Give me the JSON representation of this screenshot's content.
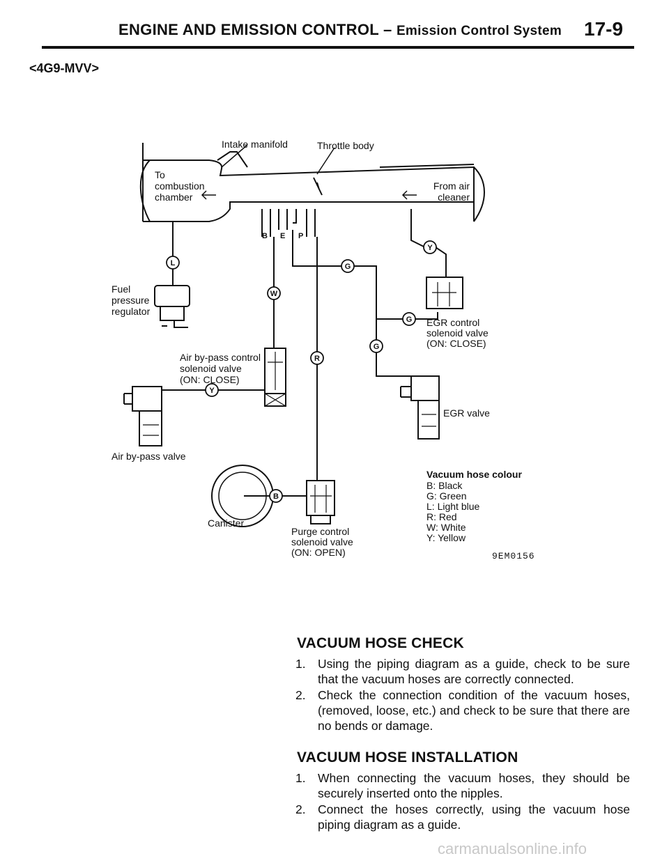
{
  "header": {
    "title_main": "ENGINE AND EMISSION CONTROL –",
    "title_sub": "Emission Control System",
    "page_number": "17-9"
  },
  "model_code": "<4G9-MVV>",
  "diagram": {
    "intake_manifold": "Intake manifold",
    "throttle_body": "Throttle body",
    "to_combustion": [
      "To",
      "combustion",
      "chamber"
    ],
    "from_air": [
      "From air",
      "cleaner"
    ],
    "ports": [
      "B",
      "E",
      "P"
    ],
    "fuel_regulator": [
      "Fuel",
      "pressure",
      "regulator"
    ],
    "air_bypass_solenoid": [
      "Air by-pass control",
      "solenoid valve",
      "(ON: CLOSE)"
    ],
    "air_bypass_valve": "Air by-pass valve",
    "egr_solenoid": [
      "EGR control",
      "solenoid valve",
      "(ON: CLOSE)"
    ],
    "egr_valve": "EGR valve",
    "canister": "Canister",
    "purge_solenoid": [
      "Purge control",
      "solenoid  valve",
      "(ON: OPEN)"
    ],
    "hose_tags": {
      "L": "L",
      "W": "W",
      "R": "R",
      "G": "G",
      "Y": "Y",
      "B": "B"
    },
    "legend_title": "Vacuum hose colour",
    "legend": [
      "B: Black",
      "G: Green",
      "L: Light blue",
      "R: Red",
      "W: White",
      "Y: Yellow"
    ],
    "figure_code": "9EM0156"
  },
  "check": {
    "heading": "VACUUM HOSE CHECK",
    "items": [
      {
        "num": "1.",
        "text": "Using the piping diagram as a guide, check to be sure that the vacuum hoses are correctly connected."
      },
      {
        "num": "2.",
        "text": "Check the connection condition of the vacuum hoses, (removed, loose, etc.) and check to be sure that there are no bends or damage."
      }
    ]
  },
  "install": {
    "heading": "VACUUM HOSE INSTALLATION",
    "items": [
      {
        "num": "1.",
        "text": "When connecting the vacuum hoses, they should be securely inserted onto the nipples."
      },
      {
        "num": "2.",
        "text": "Connect the hoses correctly, using the vacuum hose piping diagram as a guide."
      }
    ]
  },
  "footer": "carmanualsonline.info"
}
